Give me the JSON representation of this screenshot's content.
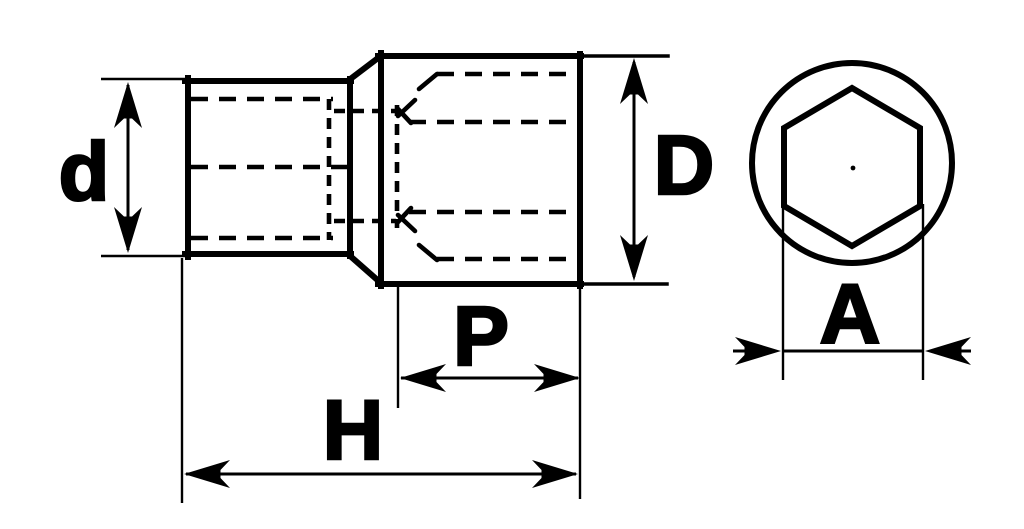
{
  "drawing": {
    "background_color": "#ffffff",
    "ink_color": "#000000",
    "labels": {
      "drive_diameter": "d",
      "outer_diameter": "D",
      "recess_depth": "P",
      "overall_length": "H",
      "hex_width": "A"
    }
  }
}
